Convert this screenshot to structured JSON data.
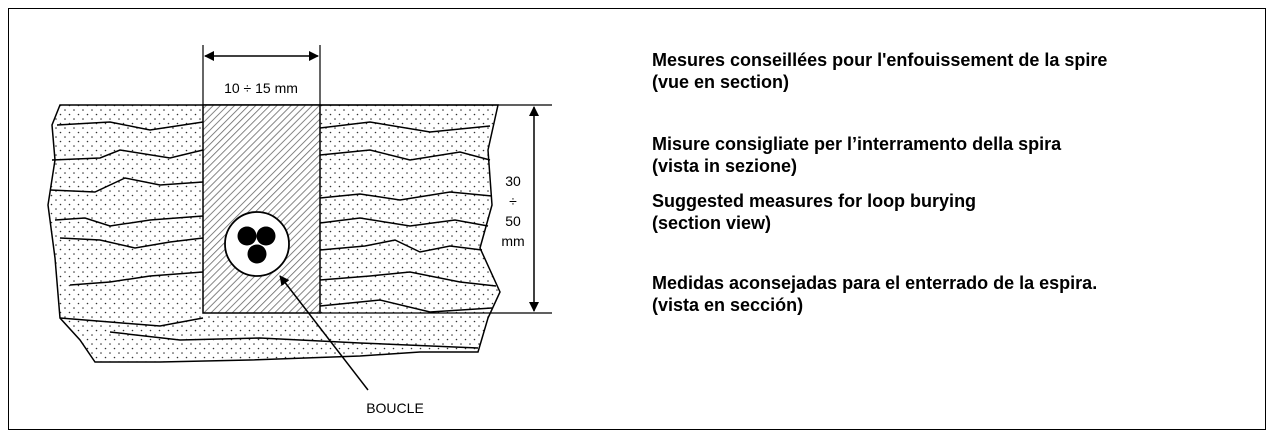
{
  "diagram": {
    "width_label": "10 ÷ 15 mm",
    "depth_label_lines": [
      "30",
      "÷",
      "50",
      "mm"
    ],
    "loop_label": "BOUCLE"
  },
  "captions": {
    "fr": {
      "title": "Mesures conseillées pour l'enfouissement de la spire",
      "subtitle": "(vue en section)"
    },
    "it": {
      "title": "Misure consigliate per l’interramento della spira",
      "subtitle": "(vista in sezione)"
    },
    "en": {
      "title": "Suggested measures for loop burying",
      "subtitle": "(section view)"
    },
    "es": {
      "title": "Medidas aconsejadas para el enterrado de la espira.",
      "subtitle": "(vista en sección)"
    }
  }
}
